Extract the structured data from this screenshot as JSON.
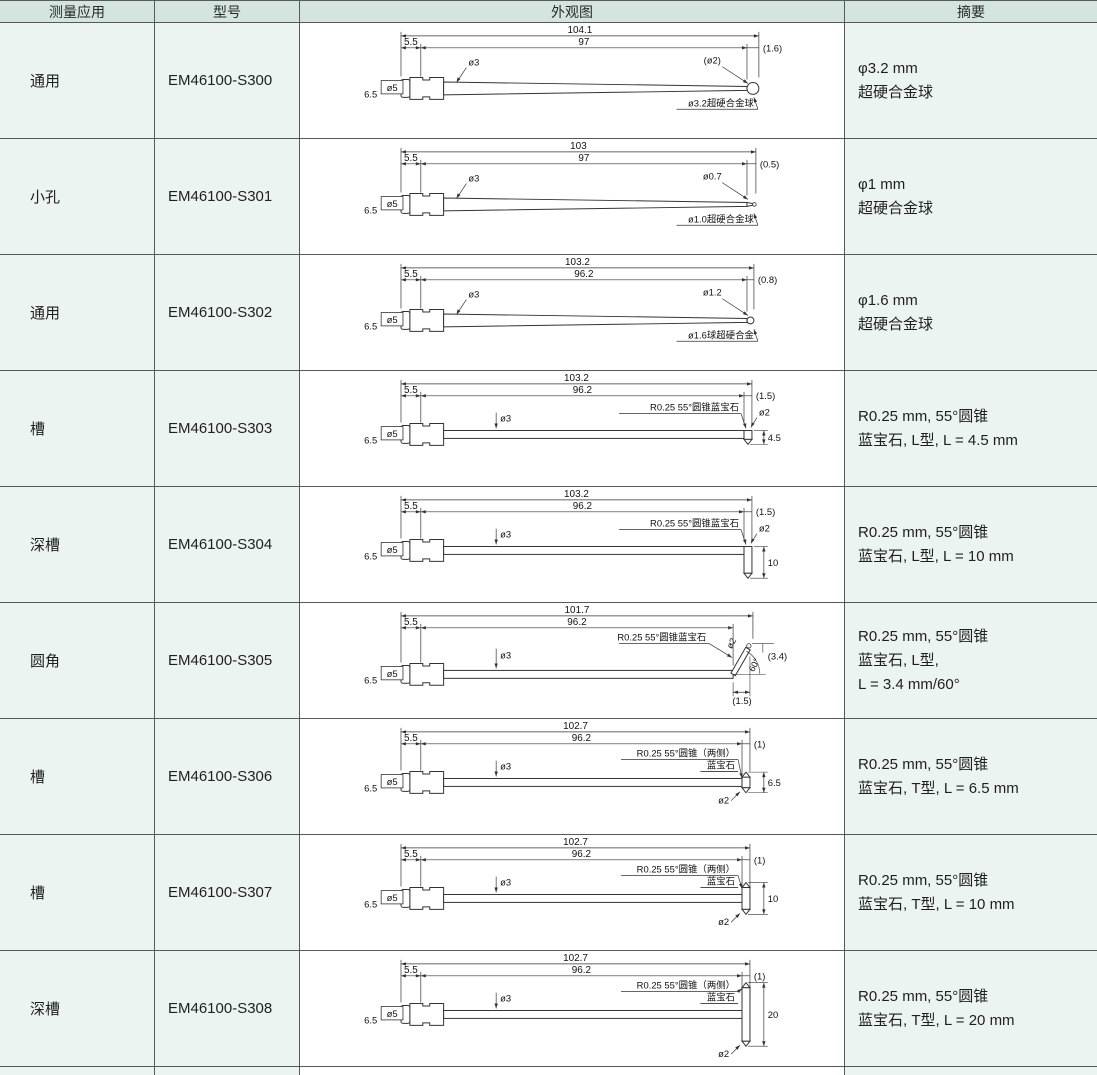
{
  "header": {
    "application": "测量应用",
    "model": "型号",
    "diagram": "外观图",
    "summary": "摘要"
  },
  "rows": [
    {
      "application": "通用",
      "model": "EM46100-S300",
      "summary": [
        "φ3.2 mm",
        "超硬合金球"
      ],
      "diagram": {
        "type": "taper-ball",
        "total": "104.1",
        "sub": "97",
        "seg": "5.5",
        "conn_h": "6.5",
        "conn_d": "ø5",
        "shaft_d": "ø3",
        "tip_d": "(ø2)",
        "tip_len": "(1.6)",
        "note": "ø3.2超硬合金球"
      }
    },
    {
      "application": "小孔",
      "model": "EM46100-S301",
      "summary": [
        "φ1 mm",
        "超硬合金球"
      ],
      "diagram": {
        "type": "taper-needle",
        "total": "103",
        "sub": "97",
        "seg": "5.5",
        "conn_h": "6.5",
        "conn_d": "ø5",
        "shaft_d": "ø3",
        "tip_d": "ø0.7",
        "tip_len": "(0.5)",
        "note": "ø1.0超硬合金球"
      }
    },
    {
      "application": "通用",
      "model": "EM46100-S302",
      "summary": [
        "φ1.6 mm",
        "超硬合金球"
      ],
      "diagram": {
        "type": "taper-ball-small",
        "total": "103.2",
        "sub": "96.2",
        "seg": "5.5",
        "conn_h": "6.5",
        "conn_d": "ø5",
        "shaft_d": "ø3",
        "tip_d": "ø1.2",
        "tip_len": "(0.8)",
        "note": "ø1.6球超硬合金"
      }
    },
    {
      "application": "槽",
      "model": "EM46100-S303",
      "summary": [
        "R0.25 mm, 55°圆锥",
        "蓝宝石, L型, L = 4.5 mm"
      ],
      "diagram": {
        "type": "L",
        "total": "103.2",
        "sub": "96.2",
        "seg": "5.5",
        "conn_h": "6.5",
        "conn_d": "ø5",
        "shaft_d": "ø3",
        "tip_d": "ø2",
        "tip_len": "(1.5)",
        "note": "R0.25 55°圆锥蓝宝石",
        "L": "4.5"
      }
    },
    {
      "application": "深槽",
      "model": "EM46100-S304",
      "summary": [
        "R0.25 mm, 55°圆锥",
        "蓝宝石, L型, L = 10 mm"
      ],
      "diagram": {
        "type": "L",
        "total": "103.2",
        "sub": "96.2",
        "seg": "5.5",
        "conn_h": "6.5",
        "conn_d": "ø5",
        "shaft_d": "ø3",
        "tip_d": "ø2",
        "tip_len": "(1.5)",
        "note": "R0.25 55°圆锥蓝宝石",
        "L": "10"
      }
    },
    {
      "application": "圆角",
      "model": "EM46100-S305",
      "summary": [
        "R0.25 mm, 55°圆锥",
        "蓝宝石, L型,",
        "L = 3.4 mm/60°"
      ],
      "diagram": {
        "type": "angle",
        "total": "101.7",
        "sub": "96.2",
        "seg": "5.5",
        "conn_h": "6.5",
        "conn_d": "ø5",
        "shaft_d": "ø3",
        "tip_d": "ø2",
        "tip_len": "(3.4)",
        "offset": "(1.5)",
        "angle": "60°",
        "note": "R0.25 55°圆锥蓝宝石"
      }
    },
    {
      "application": "槽",
      "model": "EM46100-S306",
      "summary": [
        "R0.25 mm, 55°圆锥",
        "蓝宝石, T型, L = 6.5 mm"
      ],
      "diagram": {
        "type": "T",
        "total": "102.7",
        "sub": "96.2",
        "seg": "5.5",
        "conn_h": "6.5",
        "conn_d": "ø5",
        "shaft_d": "ø3",
        "tip_d": "ø2",
        "tip_len": "(1)",
        "note1": "R0.25 55°圆锥（两侧）",
        "note2": "蓝宝石",
        "L": "6.5"
      }
    },
    {
      "application": "槽",
      "model": "EM46100-S307",
      "summary": [
        "R0.25 mm, 55°圆锥",
        "蓝宝石, T型, L = 10 mm"
      ],
      "diagram": {
        "type": "T",
        "total": "102.7",
        "sub": "96.2",
        "seg": "5.5",
        "conn_h": "6.5",
        "conn_d": "ø5",
        "shaft_d": "ø3",
        "tip_d": "ø2",
        "tip_len": "(1)",
        "note1": "R0.25 55°圆锥（两侧）",
        "note2": "蓝宝石",
        "L": "10"
      }
    },
    {
      "application": "深槽",
      "model": "EM46100-S308",
      "summary": [
        "R0.25 mm, 55°圆锥",
        "蓝宝石, T型, L = 20 mm"
      ],
      "diagram": {
        "type": "T",
        "total": "102.7",
        "sub": "96.2",
        "seg": "5.5",
        "conn_h": "6.5",
        "conn_d": "ø5",
        "shaft_d": "ø3",
        "tip_d": "ø2",
        "tip_len": "(1)",
        "note1": "R0.25 55°圆锥（两侧）",
        "note2": "蓝宝石",
        "L": "20"
      }
    }
  ],
  "colors": {
    "header_bg": "#d3e5de",
    "cell_bg": "#ecf4f1",
    "border": "#595959",
    "diagram_bg": "#ffffff"
  }
}
